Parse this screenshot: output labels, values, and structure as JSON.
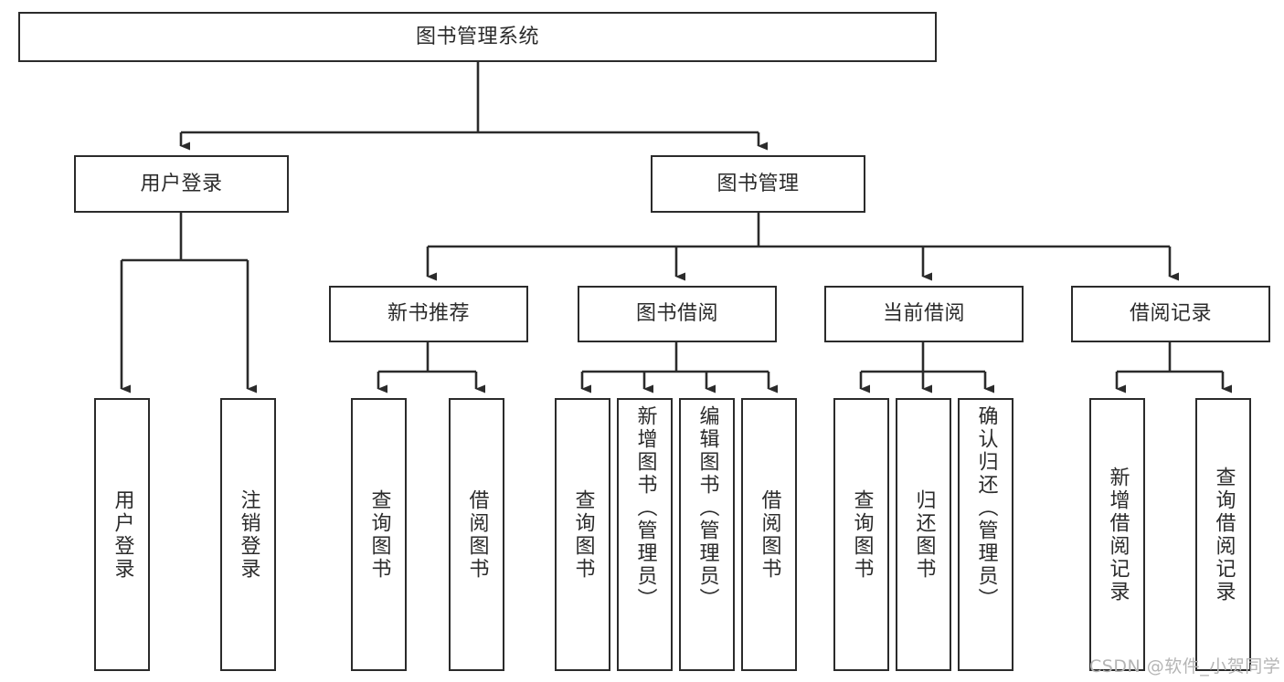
{
  "diagram": {
    "title": "图书管理系统",
    "type": "hierarchy-tree",
    "colors": {
      "stroke": "#2b2b2b",
      "fill": "#ffffff",
      "background": "#ffffff",
      "watermark": "#b5b5b5"
    },
    "root": {
      "label": "图书管理系统"
    },
    "level2": [
      {
        "label": "用户登录"
      },
      {
        "label": "图书管理"
      }
    ],
    "level3": [
      {
        "label": "新书推荐"
      },
      {
        "label": "图书借阅"
      },
      {
        "label": "当前借阅"
      },
      {
        "label": "借阅记录"
      }
    ],
    "leaves": {
      "user_login": [
        {
          "label": "用户登录"
        },
        {
          "label": "注销登录"
        }
      ],
      "new_book_recommend": [
        {
          "label": "查询图书"
        },
        {
          "label": "借阅图书"
        }
      ],
      "book_borrow": [
        {
          "label": "查询图书"
        },
        {
          "label": "新增图书（管理员）"
        },
        {
          "label": "编辑图书（管理员）"
        },
        {
          "label": "借阅图书"
        }
      ],
      "current_borrow": [
        {
          "label": "查询图书"
        },
        {
          "label": "归还图书"
        },
        {
          "label": "确认归还（管理员）"
        }
      ],
      "borrow_record": [
        {
          "label": "新增借阅记录"
        },
        {
          "label": "查询借阅记录"
        }
      ]
    },
    "watermark": "CSDN @软件_小贺同学"
  }
}
